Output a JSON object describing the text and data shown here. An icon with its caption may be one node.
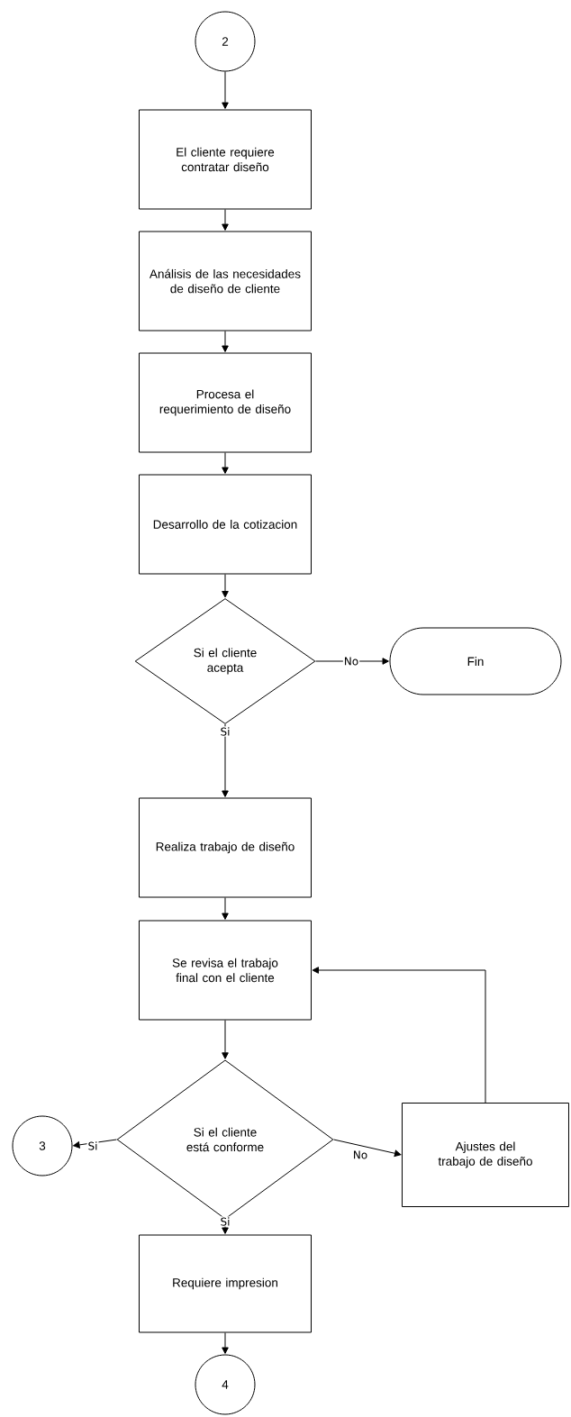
{
  "diagram": {
    "nodes": [
      {
        "text": [
          "2"
        ]
      },
      {
        "text": [
          "El cliente requiere contratar diseño"
        ]
      },
      {
        "text": [
          "Análisis de las necesidades de diseño de cliente"
        ]
      },
      {
        "text": [
          "Procesa el requerimiento de diseño"
        ]
      },
      {
        "text": [
          "Desarrollo de la cotizacion"
        ]
      },
      {
        "text": [
          "Si el cliente acepta"
        ]
      },
      {
        "text": [
          "Fin"
        ]
      },
      {
        "text": [
          "Realiza trabajo de diseño"
        ]
      },
      {
        "text": [
          "Se revisa el trabajo final con el cliente"
        ]
      },
      {
        "text": [
          "Si el cliente está conforme"
        ]
      },
      {
        "text": [
          "3"
        ]
      },
      {
        "text": [
          "Ajustes del trabajo de diseño"
        ]
      },
      {
        "text": [
          "Requiere impresion"
        ]
      },
      {
        "text": [
          "4"
        ]
      }
    ],
    "edges": [
      {
        "from": 0,
        "to": 1,
        "arrow": "to"
      },
      {
        "from": 1,
        "to": 2,
        "arrow": "to"
      },
      {
        "from": 2,
        "to": 3,
        "arrow": "to"
      },
      {
        "from": 3,
        "to": 4,
        "arrow": "to"
      },
      {
        "from": 4,
        "to": 5,
        "arrow": "to"
      },
      {
        "from": 5,
        "to": 6,
        "arrow": "to",
        "label": "No"
      },
      {
        "from": 5,
        "to": 7,
        "arrow": "to",
        "label": "Si"
      },
      {
        "from": 7,
        "to": 8,
        "arrow": "to"
      },
      {
        "from": 8,
        "to": 9,
        "arrow": "to"
      },
      {
        "from": 9,
        "to": 10,
        "arrow": "to",
        "label": "Si"
      },
      {
        "from": 9,
        "to": 11,
        "arrow": "to",
        "label": "No"
      },
      {
        "from": 11,
        "to": 8,
        "arrow": "to"
      },
      {
        "from": 9,
        "to": 12,
        "arrow": "to",
        "label": "Si"
      },
      {
        "from": 12,
        "to": 13,
        "arrow": "to"
      }
    ]
  }
}
